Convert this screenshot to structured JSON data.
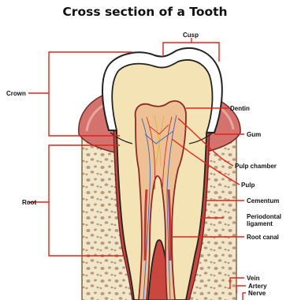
{
  "title": "Cross section of a Tooth",
  "labels": {
    "cusp": "Cusp",
    "crown": "Crown",
    "root": "Root",
    "dentin": "Dentin",
    "gum": "Gum",
    "pulp_chamber": "Pulp chamber",
    "pulp": "Pulp",
    "cementum": "Cementum",
    "periodontal_ligament": "Periodontal\nligament",
    "root_canal": "Root canal",
    "vein": "Vein",
    "artery": "Artery",
    "nerve": "Nerve"
  },
  "colors": {
    "leader_line": "#e0241b",
    "enamel": "#ffffff",
    "dentin": "#f3e3b5",
    "pulp": "#eec195",
    "gum": "#d4726d",
    "bone": "#f1e6c9",
    "bone_pore": "#b99a7b",
    "root_canal": "#c43b36",
    "outline": "#222222"
  }
}
